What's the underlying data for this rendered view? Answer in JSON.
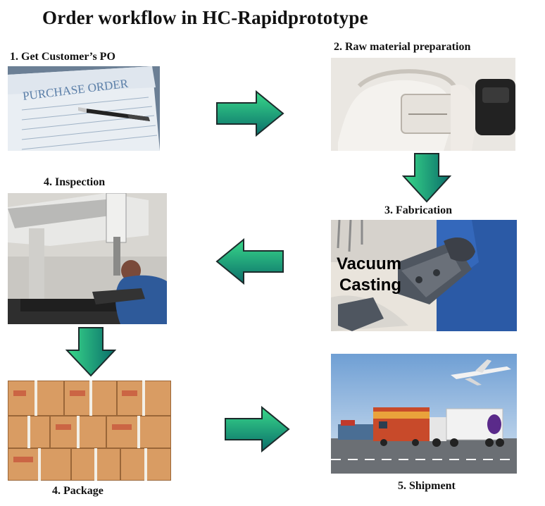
{
  "title": "Order workflow in HC-Rapidprototype",
  "steps": [
    {
      "label": "1. Get Customer’s  PO",
      "image": "purchase-order-photo",
      "image_text": "PURCHASE ORDER"
    },
    {
      "label": "2. Raw material  preparation",
      "image": "raw-material-photo"
    },
    {
      "label": "3. Fabrication",
      "image": "vacuum-casting-photo",
      "image_text": [
        "Vacuum",
        "Casting"
      ]
    },
    {
      "label": "4. Inspection",
      "image": "cmm-inspection-photo"
    },
    {
      "label": "4. Package",
      "image": "package-boxes-photo"
    },
    {
      "label": "5. Shipment",
      "image": "shipment-transport-photo"
    }
  ],
  "colors": {
    "arrow_light": "#39d98a",
    "arrow_dark": "#0a6e6a",
    "arrow_outline": "#1c2b2b"
  }
}
